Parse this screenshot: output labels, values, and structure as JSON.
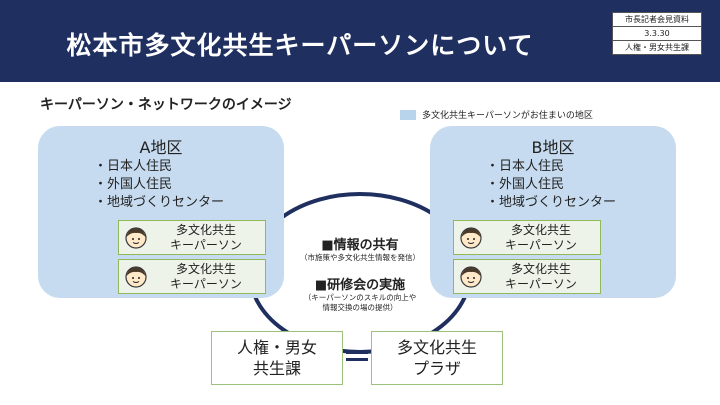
{
  "header": {
    "title": "松本市多文化共生キーパーソンについて",
    "meta": [
      "市長記者会見資料",
      "3.3.30",
      "人権・男女共生課"
    ]
  },
  "subtitle": "キーパーソン・ネットワークのイメージ",
  "legend": {
    "label": "多文化共生キーパーソンがお住まいの地区",
    "color": "#b8d3ec"
  },
  "areas": [
    {
      "name": "A地区",
      "bullets": [
        "・日本人住民",
        "・外国人住民",
        "・地域づくりセンター"
      ],
      "keepers": [
        [
          "多文化共生",
          "キーパーソン"
        ],
        [
          "多文化共生",
          "キーパーソン"
        ]
      ]
    },
    {
      "name": "B地区",
      "bullets": [
        "・日本人住民",
        "・外国人住民",
        "・地域づくりセンター"
      ],
      "keepers": [
        [
          "多文化共生",
          "キーパーソン"
        ],
        [
          "多文化共生",
          "キーパーソン"
        ]
      ]
    }
  ],
  "center": {
    "info_share": "■情報の共有",
    "info_share_note": "（市施策や多文化共生情報を発信）",
    "training": "■研修会の実施",
    "training_note_1": "（キーパーソンのスキルの向上や",
    "training_note_2": "情報交換の場の提供）"
  },
  "offices": {
    "left": [
      "人権・男女",
      "共生課"
    ],
    "right": [
      "多文化共生",
      "プラザ"
    ]
  },
  "colors": {
    "header": "#1f2f5f",
    "area": "#c6dbef",
    "keeper_border": "#8fb95a",
    "ring": "#1f2f5f"
  }
}
